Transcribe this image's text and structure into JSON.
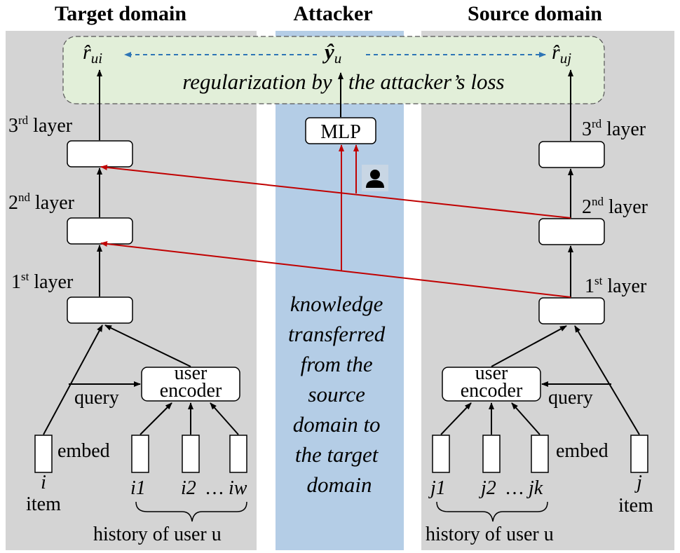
{
  "headers": {
    "target": "Target domain",
    "attacker": "Attacker",
    "source": "Source domain"
  },
  "colors": {
    "panel_gray": "#d4d4d4",
    "attacker_blue": "#b4cde6",
    "green_box": "#e2efd9",
    "transfer_red": "#c00000",
    "dashed_blue": "#2e75b6",
    "stroke": "#000000"
  },
  "outputs": {
    "target": "r̂ui",
    "attacker": "ŷu",
    "source": "r̂uj",
    "regularization_text": "regularization by   the attacker’s loss"
  },
  "attacker": {
    "mlp_label": "MLP",
    "user_icon": "user-silhouette-icon",
    "transfer_text": [
      "knowledge",
      "transferred",
      "from the",
      "source",
      "domain to",
      "the target",
      "domain"
    ]
  },
  "layers": {
    "first": {
      "num": "1",
      "sup": "st",
      "word": "layer"
    },
    "second": {
      "num": "2",
      "sup": "nd",
      "word": "layer"
    },
    "third": {
      "num": "3",
      "sup": "rd",
      "word": "layer"
    }
  },
  "target_side": {
    "query": "query",
    "encoder": [
      "user",
      "encoder"
    ],
    "embed": "embed",
    "item_symbol": "i",
    "item_word": "item",
    "history_items": [
      "i1",
      "i2",
      "…",
      "iw"
    ],
    "history_label": "history of user u"
  },
  "source_side": {
    "query": "query",
    "encoder": [
      "user",
      "encoder"
    ],
    "embed": "embed",
    "item_symbol": "j",
    "item_word": "item",
    "history_items": [
      "j1",
      "j2",
      "…",
      "jk"
    ],
    "history_label": "history of user u"
  }
}
